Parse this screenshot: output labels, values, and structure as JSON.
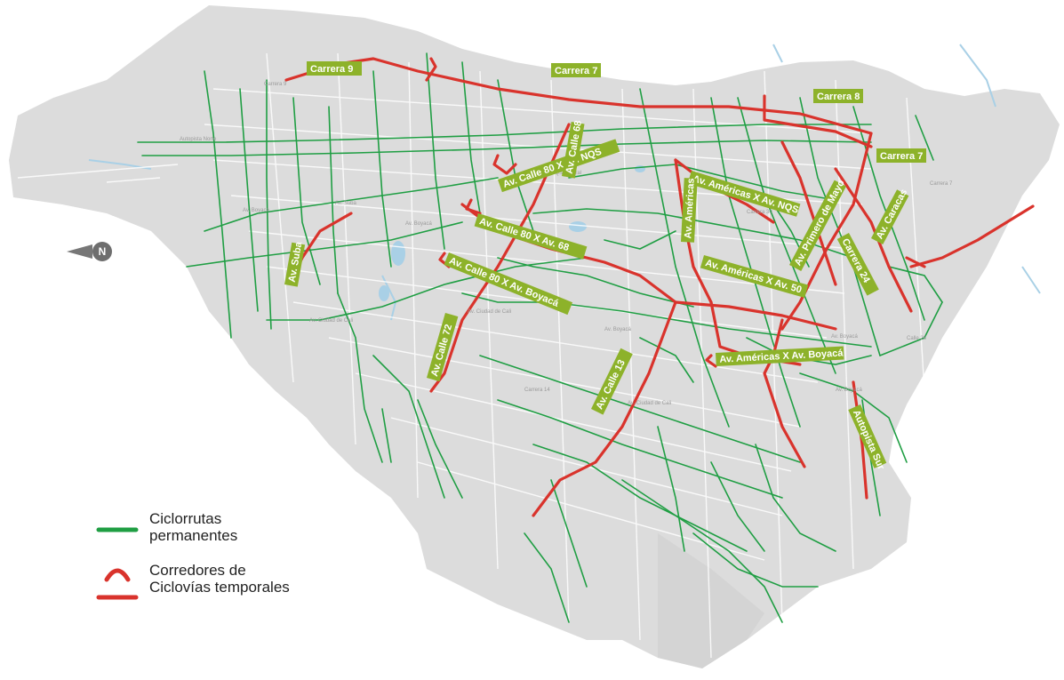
{
  "map": {
    "colors": {
      "land": "#dcdcdc",
      "water": "#a9d0e6",
      "permanent": "#1f9e43",
      "temporary": "#d9332c",
      "label_bg": "#8db22a"
    },
    "north_icon": "north-arrow-icon",
    "north_letter": "N",
    "corridor_labels": [
      "Carrera 9",
      "Carrera 7",
      "Carrera 8",
      "Carrera 7",
      "Av. Calle 80 X Av. NQS",
      "Av. Calle 68",
      "Av. Calle 80 X Av. 68",
      "Av. Américas X Av. NQS",
      "Av. Américas",
      "Av. Primero de Mayo",
      "Av. Caracas",
      "Carrera 24",
      "Av. Américas X Av. 50",
      "Av. Suba",
      "Av. Calle 80 X Av. Boyacá",
      "Av. Calle 72",
      "Av. Calle 13",
      "Av. Américas X Av. Boyacá",
      "Autopista Sur"
    ],
    "street_labels": [
      "Carrera 9",
      "Autopista Norte",
      "Av. Suba",
      "Av. Boyacá",
      "Av. Ciudad de Cali",
      "NQS Central",
      "Carrera 30",
      "Av. Boyacá",
      "Av. Ciudad de Cali",
      "Av. Boyacá",
      "Carrera 14",
      "Av. Ciudad de Cali",
      "Carrera 7",
      "Av. Boyacá",
      "Calle 26",
      "Av. Boyacá"
    ]
  },
  "legend": {
    "permanent_line1": "Ciclorrutas",
    "permanent_line2": "permanentes",
    "temporary_line1": "Corredores de",
    "temporary_line2": "Ciclovías temporales"
  }
}
